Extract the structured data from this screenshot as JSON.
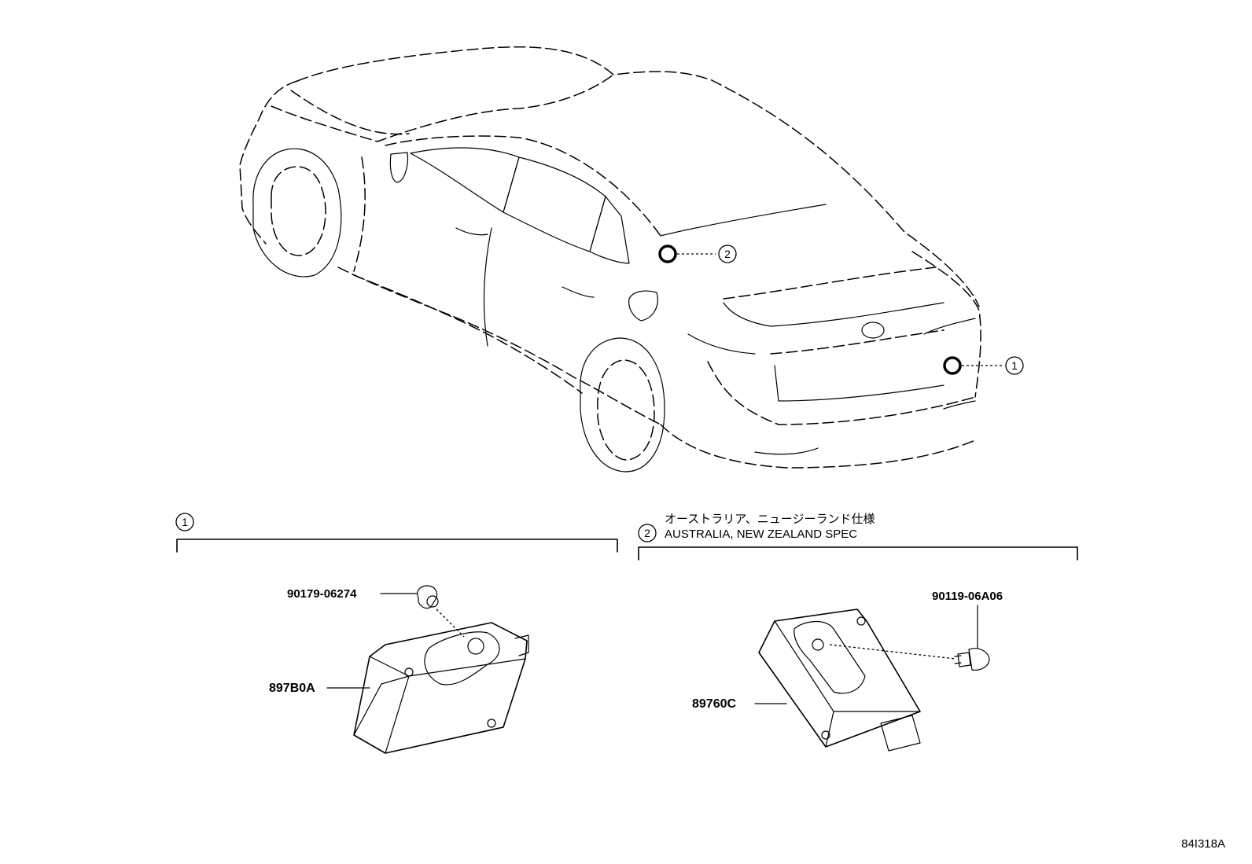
{
  "callouts": {
    "one": "1",
    "two": "2"
  },
  "section1": {
    "number": "1",
    "parts": {
      "bolt": "90179-06274",
      "module": "897B0A"
    }
  },
  "section2": {
    "number": "2",
    "note_ja": "オーストラリア、ニュージーランド仕様",
    "note_en": "AUSTRALIA, NEW ZEALAND SPEC",
    "parts": {
      "bolt": "90119-06A06",
      "module": "89760C"
    }
  },
  "illustration_code": "84I318A"
}
